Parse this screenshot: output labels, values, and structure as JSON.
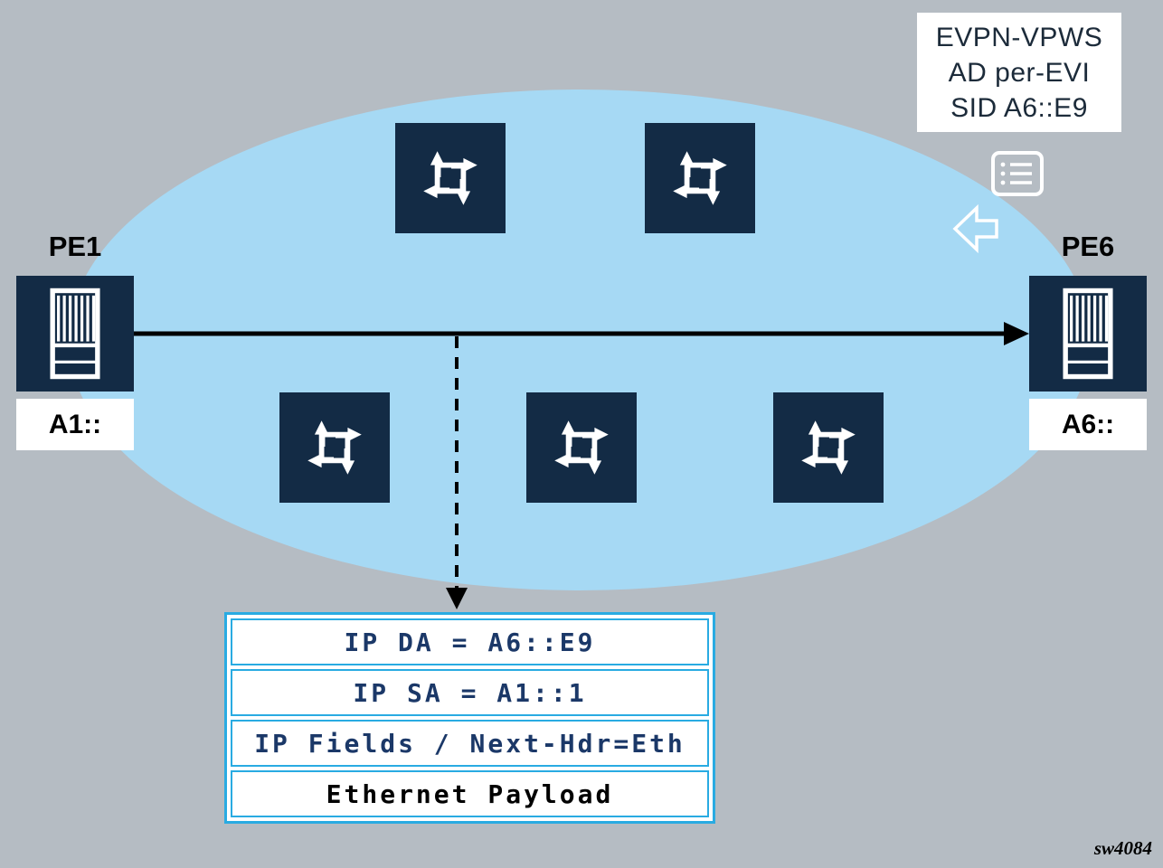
{
  "colors": {
    "background": "#b5bcc3",
    "cloud": "#a6d9f4",
    "node": "#132b45",
    "line": "#000000",
    "packet_border": "#29abe2",
    "packet_text": "#1b3868",
    "payload_text": "#000000",
    "annotation_text": "#1c2b3a",
    "label_text": "#000000"
  },
  "annotation_box": {
    "lines": [
      "EVPN-VPWS",
      "AD per-EVI",
      "SID A6::E9"
    ]
  },
  "pe_left": {
    "name": "PE1",
    "address": "A1::"
  },
  "pe_right": {
    "name": "PE6",
    "address": "A6::"
  },
  "packet": {
    "fields": [
      "IP DA = A6::E9",
      "IP SA = A1::1",
      "IP Fields / Next-Hdr=Eth",
      "Ethernet Payload"
    ]
  },
  "figure": {
    "id": "sw4084"
  }
}
